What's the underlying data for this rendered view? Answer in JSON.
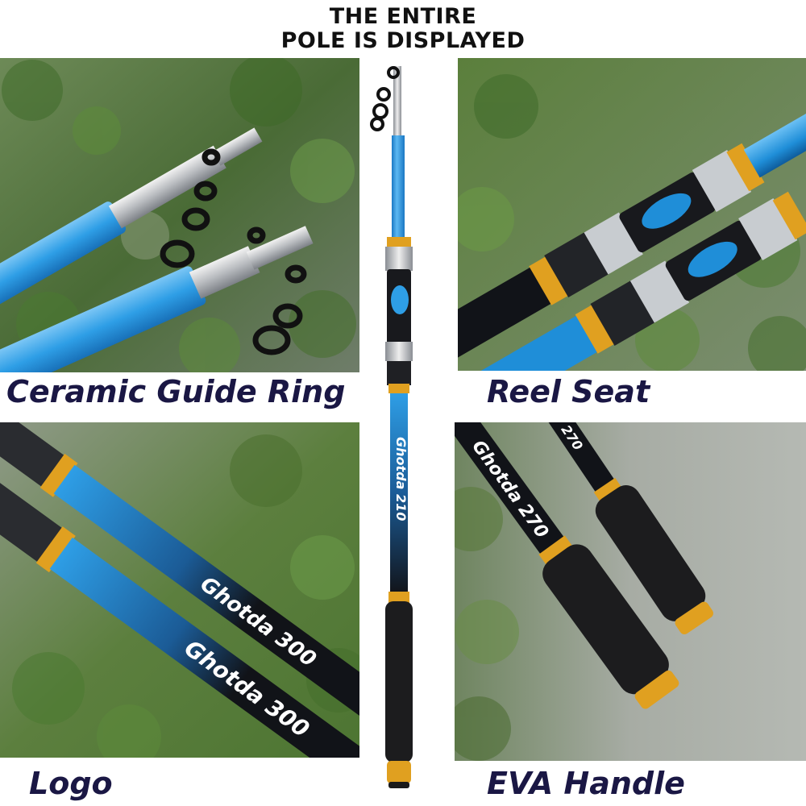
{
  "header": {
    "line1": "THE ENTIRE",
    "line2": "POLE IS DISPLAYED"
  },
  "captions": {
    "guide_ring": "Ceramic Guide Ring",
    "reel_seat": "Reel Seat",
    "logo": "Logo",
    "handle": "EVA Handle"
  },
  "rod_labels": {
    "center": "Ghotda 210",
    "logo_upper": "Ghotda 300",
    "logo_lower": "Ghotda 300",
    "handle_upper": "270",
    "handle_lower": "Ghotda 270"
  },
  "colors": {
    "rod_blue": "#2e9ee6",
    "rod_black": "#111318",
    "gold": "#e0a020",
    "grass": "#4e7a2e",
    "caption": "#1a1744"
  }
}
